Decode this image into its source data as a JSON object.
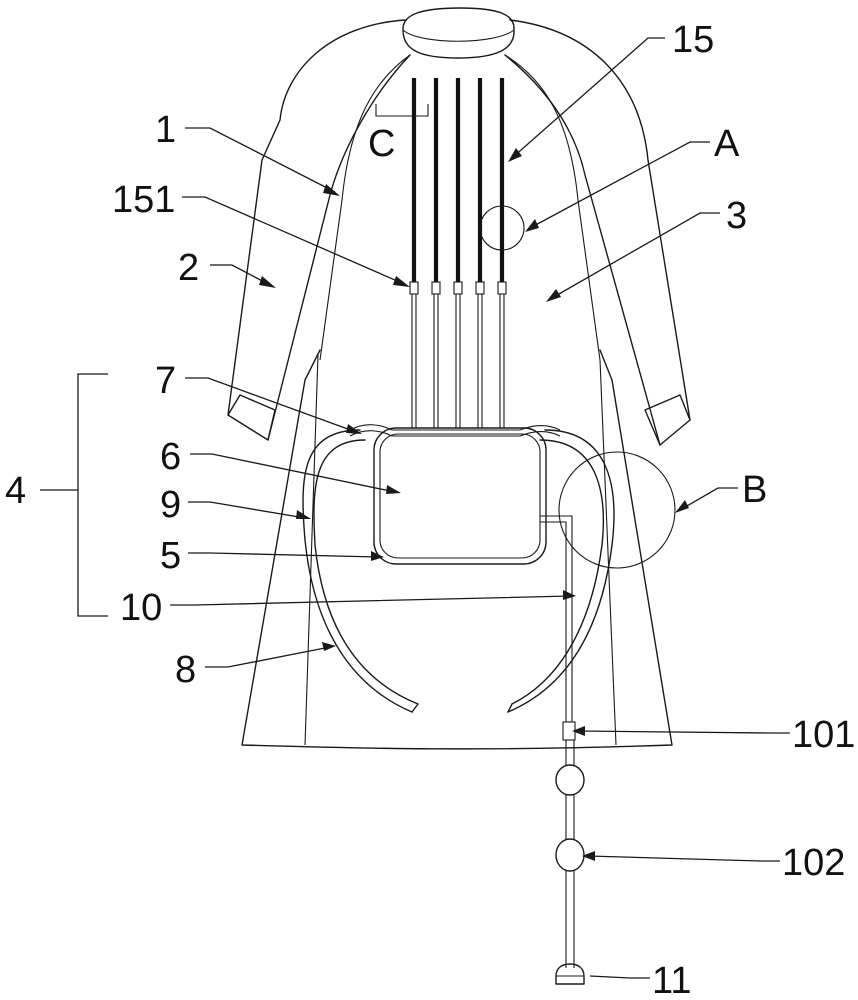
{
  "labels": {
    "l1": "1",
    "l2": "2",
    "l3": "3",
    "l4": "4",
    "l5": "5",
    "l6": "6",
    "l7": "7",
    "l8": "8",
    "l9": "9",
    "l10": "10",
    "l11": "11",
    "l15": "15",
    "l101": "101",
    "l102": "102",
    "l151": "151",
    "lA": "A",
    "lB": "B",
    "lC": "C"
  }
}
